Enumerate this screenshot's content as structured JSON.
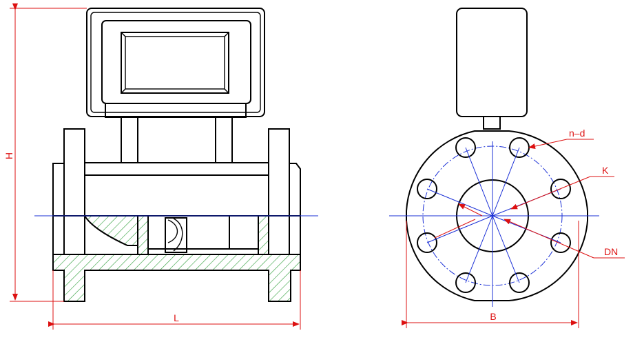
{
  "dimensions": {
    "height_label": "H",
    "length_label": "L",
    "width_label": "B"
  },
  "annotations": {
    "bolt_holes": "n–d",
    "bolt_circle": "K",
    "nominal_diameter": "DN"
  },
  "colors": {
    "outline": "#000000",
    "center_lines": "#1a2fd6",
    "dimension_lines": "#dd1111",
    "section_hatch": "#2e9e3a"
  }
}
